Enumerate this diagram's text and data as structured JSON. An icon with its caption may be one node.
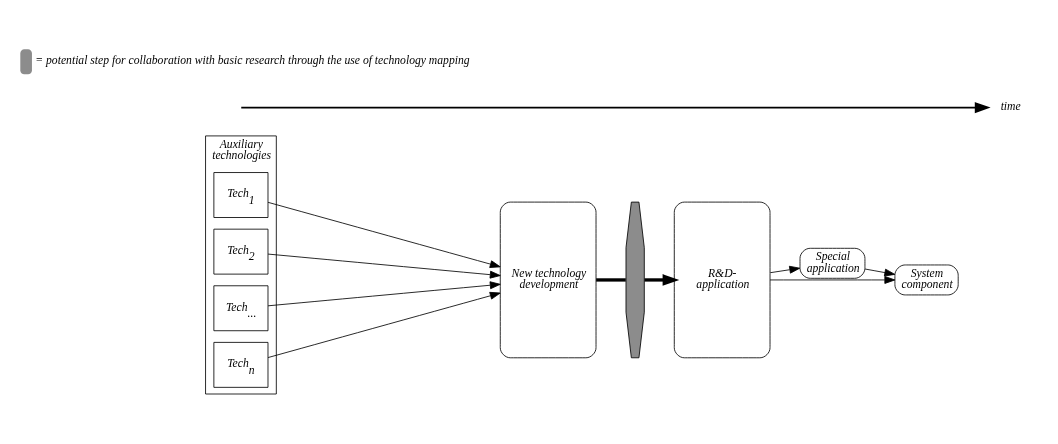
{
  "diagram": {
    "nodes": [
      {
        "text": [
          "Auxiliary technologies"
        ]
      },
      {
        "text": [
          "Tech$_{1}$"
        ],
        "in": 0
      },
      {
        "text": [
          "Tech$_{2}$"
        ],
        "in": 0
      },
      {
        "text": [
          "Tech$_{...}$"
        ],
        "in": 0
      },
      {
        "text": [
          "Tech$_{n}$"
        ],
        "in": 0
      },
      {
        "text": [
          "New technology development"
        ]
      },
      {
        "text": [],
        "shape": "bar"
      },
      {
        "text": [
          "R&D- application"
        ]
      },
      {
        "text": [
          "Special application"
        ]
      },
      {
        "text": [
          "System component"
        ]
      }
    ],
    "edges": [
      {
        "from": 1,
        "to": 5,
        "arrow": "to"
      },
      {
        "from": 2,
        "to": 5,
        "arrow": "to"
      },
      {
        "from": 3,
        "to": 5,
        "arrow": "to"
      },
      {
        "from": 4,
        "to": 5,
        "arrow": "to"
      },
      {
        "from": 5,
        "to": 6,
        "arrow": "none",
        "style": "thick"
      },
      {
        "from": 6,
        "to": 7,
        "arrow": "to",
        "style": "thick"
      },
      {
        "from": 7,
        "to": 8,
        "arrow": "to"
      },
      {
        "from": 8,
        "to": 9,
        "arrow": "to"
      },
      {
        "from": 7,
        "to": 9,
        "arrow": "to"
      }
    ],
    "labels": [
      "time"
    ],
    "legend": [
      {
        "text": "= potential step for collaboration with basic research through the use of technology mapping"
      }
    ]
  }
}
